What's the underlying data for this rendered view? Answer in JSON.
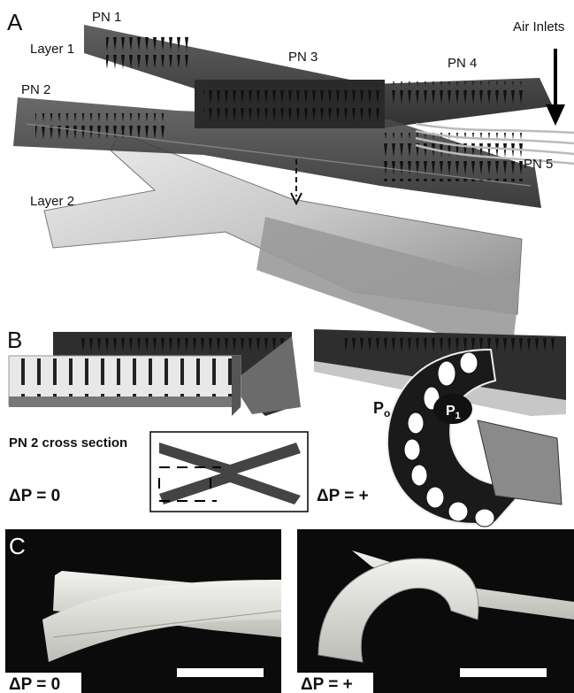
{
  "panel_a": {
    "letter": "A",
    "labels": {
      "pn1": "PN 1",
      "pn2": "PN 2",
      "pn3": "PN 3",
      "pn4": "PN 4",
      "pn5": "PN 5",
      "layer1": "Layer 1",
      "layer2": "Layer 2",
      "air_inlets": "Air Inlets"
    }
  },
  "panel_b": {
    "letter": "B",
    "cross_section": "PN 2 cross section",
    "delta_p_zero": "ΔP = 0",
    "delta_p_plus": "ΔP = +",
    "p_outer": "P",
    "p_outer_sub": "o",
    "p_inner": "P",
    "p_inner_sub": "1"
  },
  "panel_c": {
    "letter": "C",
    "delta_p_zero": "ΔP = 0",
    "delta_p_plus": "ΔP = +"
  },
  "colors": {
    "elastomer_dark": "#3a3a3a",
    "elastomer_light": "#d9d9d9",
    "photo_bg": "#0d0d0d",
    "scale_bar": "#ffffff"
  }
}
